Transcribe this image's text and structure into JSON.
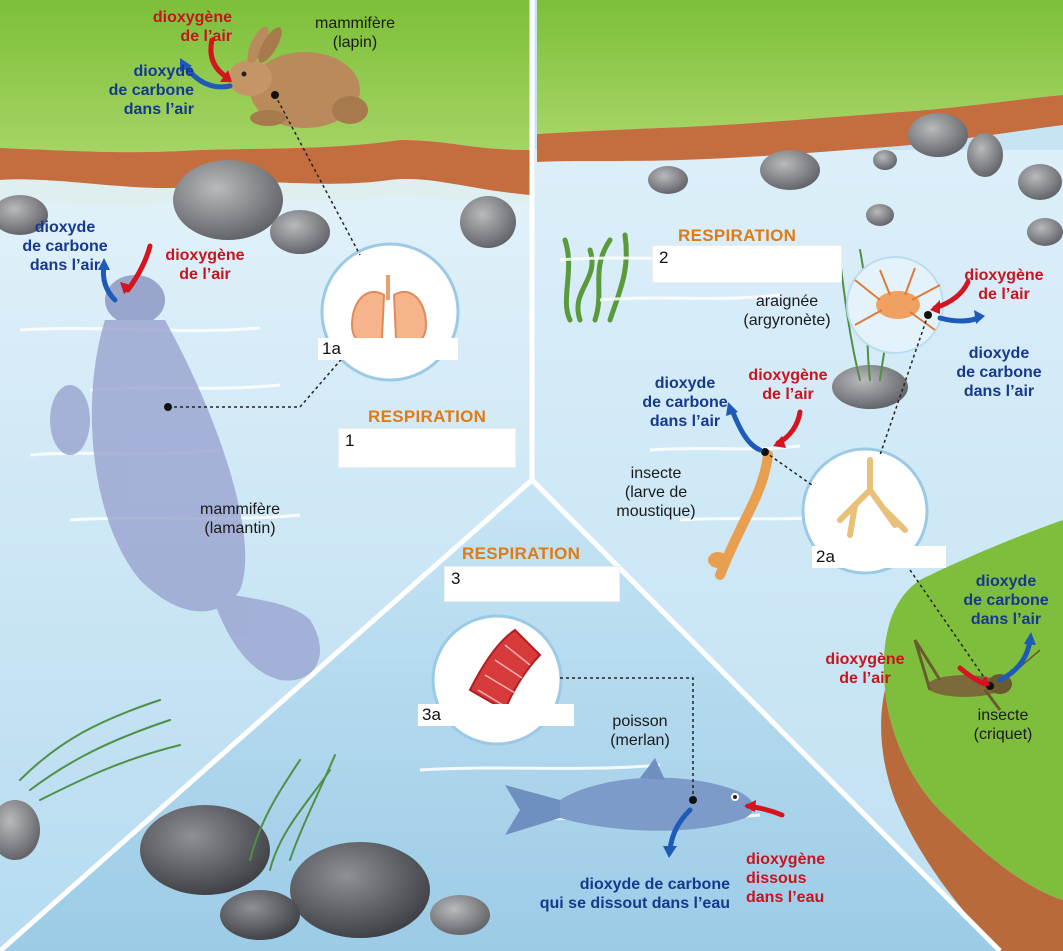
{
  "sections": {
    "s1": {
      "title": "RESPIRATION",
      "box_num": "1",
      "detail_num": "1a",
      "animals": {
        "rabbit": {
          "label": "mammifère\n(lapin)",
          "oxygen": "dioxygène\nde l’air",
          "co2": "dioxyde\nde carbone\ndans l’air"
        },
        "manatee": {
          "label": "mammifère\n(lamantin)",
          "oxygen": "dioxygène\nde l’air",
          "co2": "dioxyde\nde carbone\ndans l’air"
        }
      }
    },
    "s2": {
      "title": "RESPIRATION",
      "box_num": "2",
      "detail_num": "2a",
      "animals": {
        "spider": {
          "label": "araignée\n(argyronète)",
          "oxygen": "dioxygène\nde l’air",
          "co2": "dioxyde\nde carbone\ndans l’air"
        },
        "larva": {
          "label": "insecte\n(larve de\nmoustique)",
          "oxygen": "dioxygène\nde l’air",
          "co2": "dioxyde\nde carbone\ndans l’air"
        },
        "cricket": {
          "label": "insecte\n(criquet)",
          "oxygen": "dioxygène\nde l’air",
          "co2": "dioxyde\nde carbone\ndans l’air"
        }
      }
    },
    "s3": {
      "title": "RESPIRATION",
      "box_num": "3",
      "detail_num": "3a",
      "animals": {
        "fish": {
          "label": "poisson\n(merlan)",
          "oxygen": "dioxygène\ndissous\ndans l’eau",
          "co2": "dioxyde de carbone\nqui se dissout dans l’eau"
        }
      }
    }
  },
  "colors": {
    "grass": "#8cc63f",
    "soil": "#c06a3c",
    "water": "#c4e3f4",
    "oxygen_arrow": "#d4141e",
    "co2_arrow": "#1e5bb8",
    "title": "#e07a12"
  }
}
